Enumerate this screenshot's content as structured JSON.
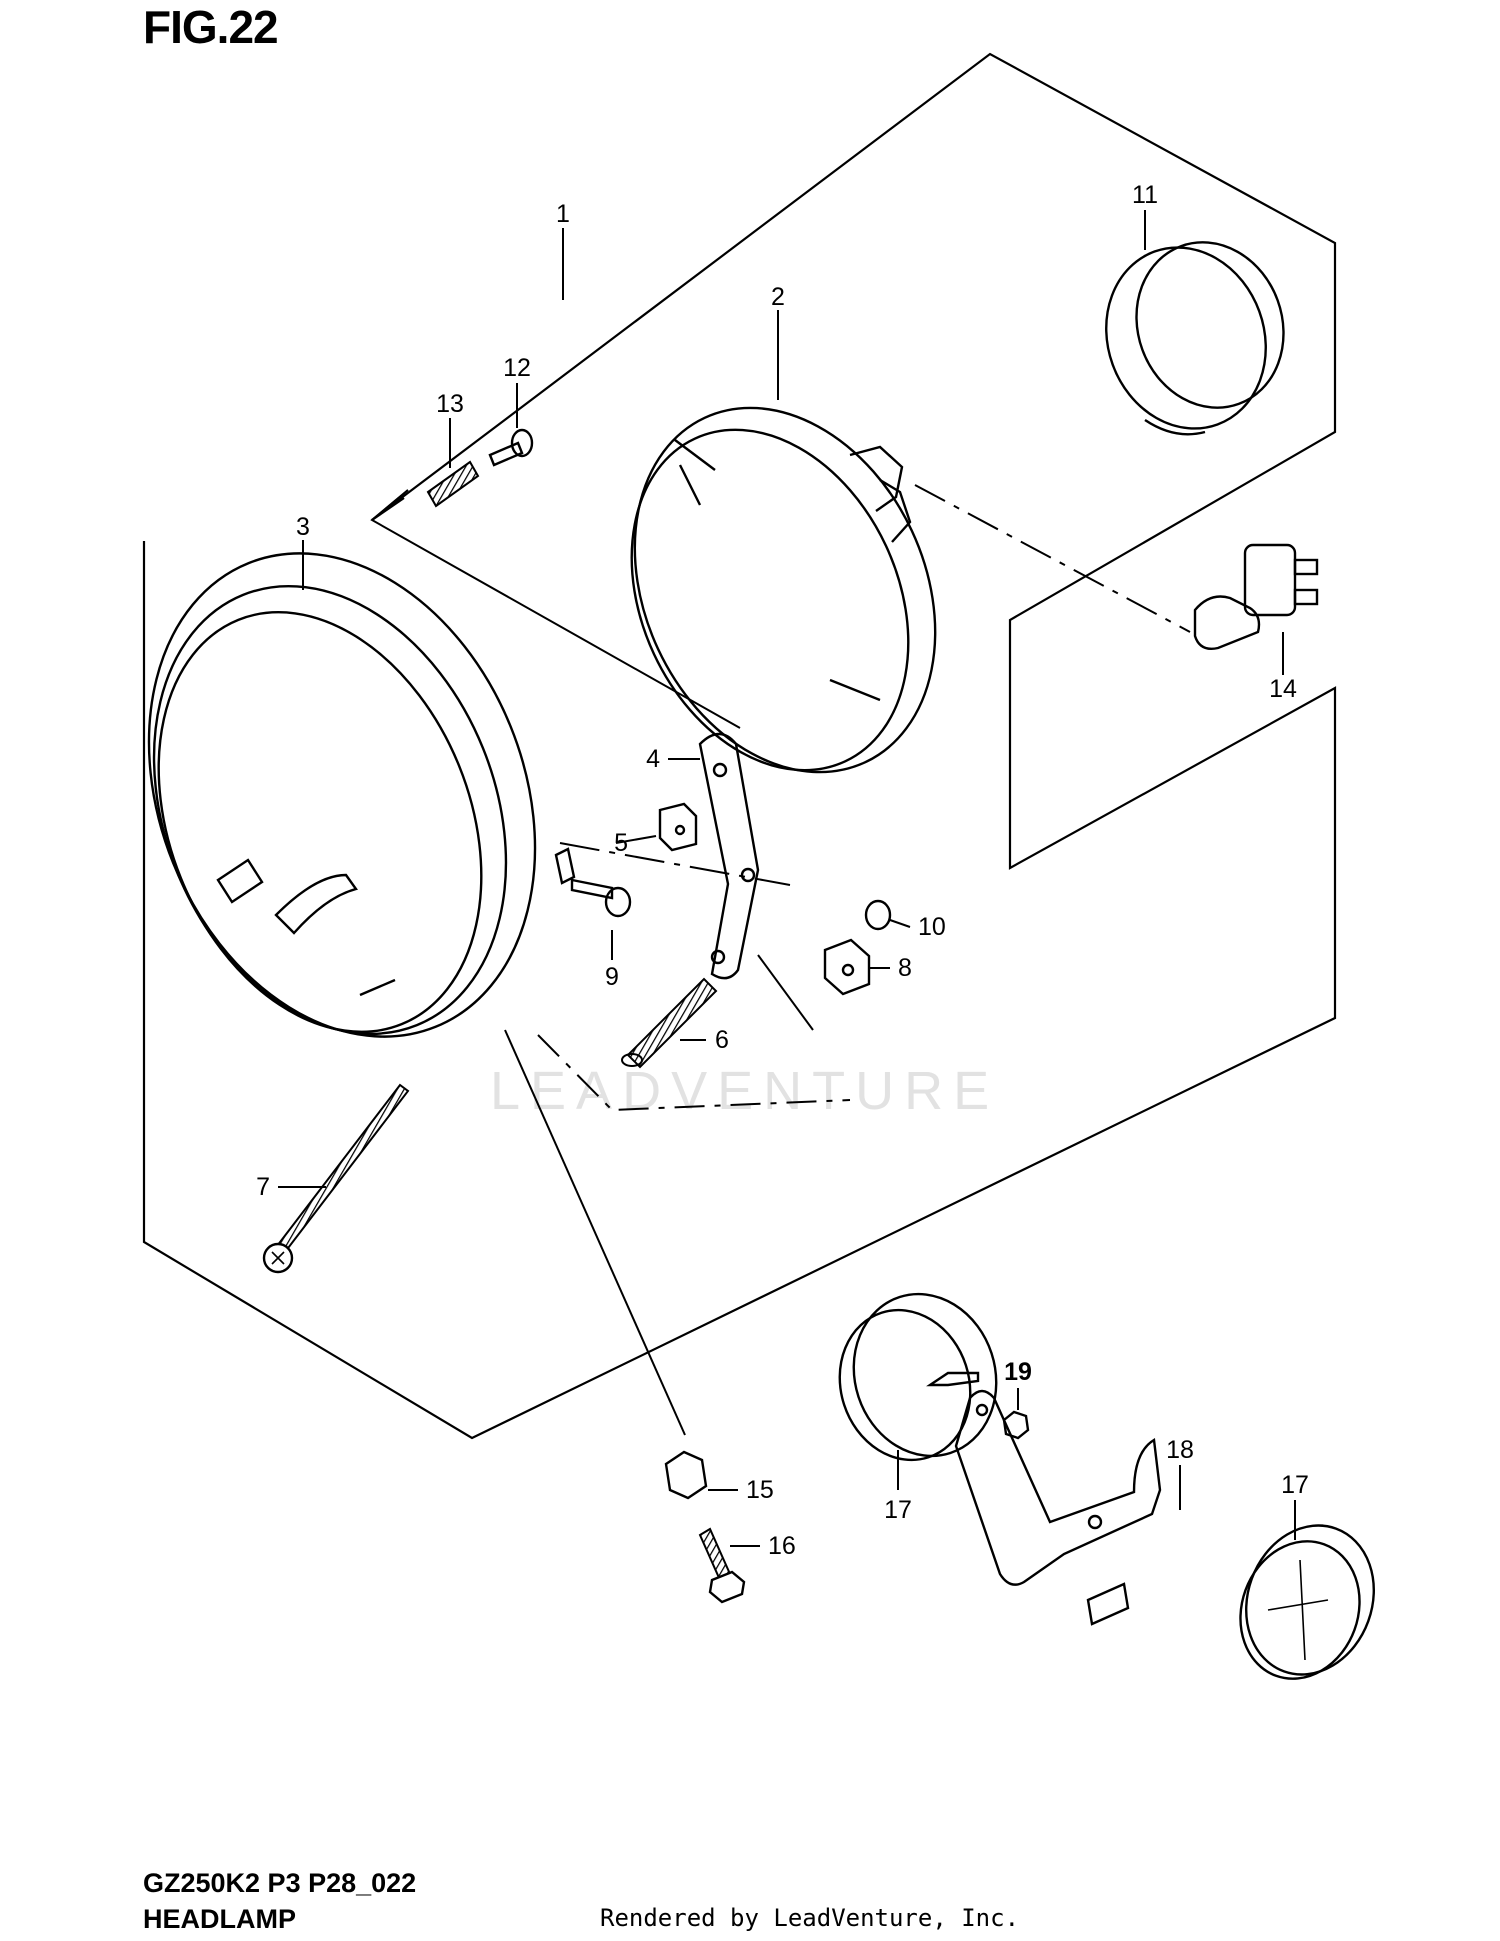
{
  "figure": {
    "title": "FIG.22",
    "model_code": "GZ250K2 P3 P28_022",
    "section_name": "HEADLAMP",
    "credit": "Rendered by LeadVenture, Inc.",
    "watermark": "LEADVENTURE"
  },
  "callouts": [
    {
      "id": "c1",
      "label": "1"
    },
    {
      "id": "c2",
      "label": "2"
    },
    {
      "id": "c3",
      "label": "3"
    },
    {
      "id": "c4",
      "label": "4"
    },
    {
      "id": "c5",
      "label": "5"
    },
    {
      "id": "c6",
      "label": "6"
    },
    {
      "id": "c7",
      "label": "7"
    },
    {
      "id": "c8",
      "label": "8"
    },
    {
      "id": "c9",
      "label": "9"
    },
    {
      "id": "c10",
      "label": "10"
    },
    {
      "id": "c11",
      "label": "11"
    },
    {
      "id": "c12",
      "label": "12"
    },
    {
      "id": "c13",
      "label": "13"
    },
    {
      "id": "c14",
      "label": "14"
    },
    {
      "id": "c15",
      "label": "15"
    },
    {
      "id": "c16",
      "label": "16"
    },
    {
      "id": "c17a",
      "label": "17"
    },
    {
      "id": "c17b",
      "label": "17"
    },
    {
      "id": "c18",
      "label": "18"
    },
    {
      "id": "c19",
      "label": "19"
    }
  ]
}
